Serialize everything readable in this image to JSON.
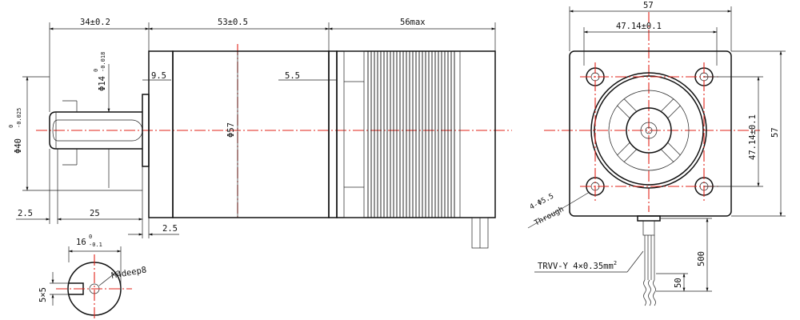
{
  "dimensions": {
    "front_flange_length": "34±0.2",
    "gearbox_length": "53±0.5",
    "motor_length": "56max",
    "flange_step": "9.5",
    "gear_step": "5.5",
    "pilot_diameter": "Φ40",
    "pilot_tol_upper": "0",
    "pilot_tol_lower": "-0.025",
    "shaft_diameter": "Φ14",
    "shaft_tol_upper": "0",
    "shaft_tol_lower": "-0.018",
    "body_diameter": "Φ57",
    "key_offset": "2.5",
    "key_length": "25",
    "flange_thickness": "2.5",
    "shaft_height": "16",
    "shaft_height_tol_upper": "0",
    "shaft_height_tol_lower": "-0.1",
    "tapped_hole": "M4deep8",
    "key_size": "5×5",
    "frame_width": "57",
    "hole_spacing_h": "47.14±0.1",
    "hole_spacing_v": "47.14±0.1",
    "frame_height": "57",
    "mount_holes": "4-Φ5.5",
    "mount_holes_note": "Through",
    "cable_spec": "TRVV-Y 4×0.35mm",
    "cable_spec_sup": "2",
    "lead_length": "500",
    "strip_length": "50"
  },
  "colors": {
    "line": "#111111",
    "centerline": "#e2231a",
    "background": "#ffffff"
  }
}
